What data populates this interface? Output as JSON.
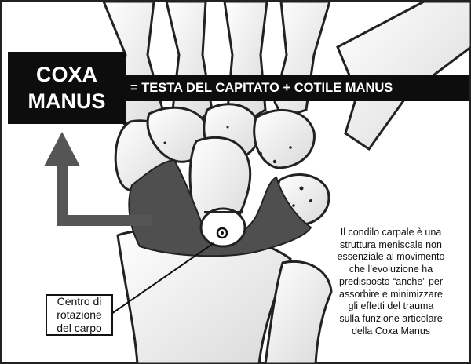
{
  "title": {
    "line1": "COXA",
    "line2": "MANUS"
  },
  "equation": "= TESTA DEL CAPITATO + COTILE MANUS",
  "label": {
    "line1": "Centro di",
    "line2": "rotazione",
    "line3": "del carpo"
  },
  "caption": [
    "Il condilo carpale è una",
    "struttura meniscale non",
    "essenziale al movimento",
    "che l’evoluzione ha",
    "predisposto “anche” per",
    "assorbire e minimizzare",
    "gli effetti del trauma",
    "sulla funzione articolare",
    "della Coxa Manus"
  ],
  "colors": {
    "box": "#0d0d0d",
    "arrow": "#555555",
    "highlight": "#4f4f4f",
    "bone": "#f3f3f3"
  }
}
